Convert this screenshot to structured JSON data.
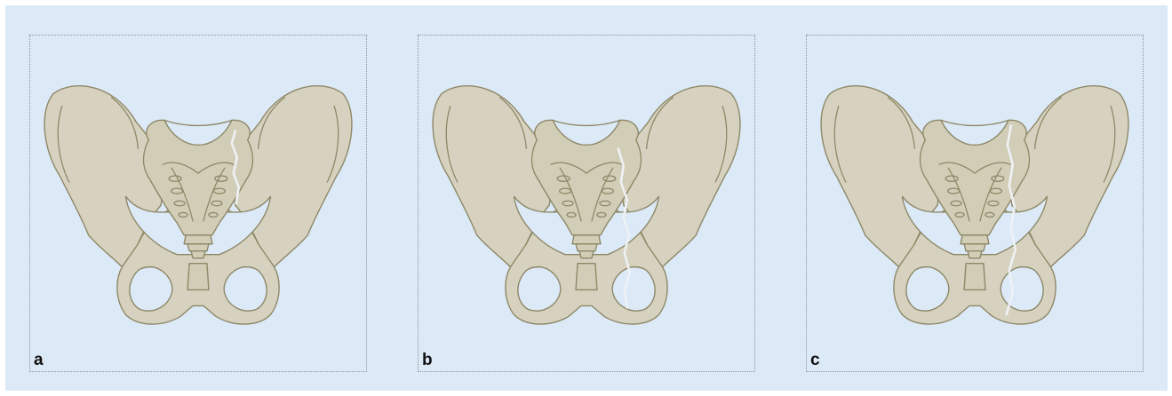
{
  "figure": {
    "background_color": "#dce9f7",
    "bone_color": "#d6d2bf",
    "outline_color": "#8e8867",
    "fracture_color": "#eef2f4"
  },
  "panels": [
    {
      "label": "a",
      "fracture": "sacral-ala"
    },
    {
      "label": "b",
      "fracture": "sacroiliac-to-acetabulum"
    },
    {
      "label": "c",
      "fracture": "sacrum-to-obturator-foramen"
    }
  ]
}
